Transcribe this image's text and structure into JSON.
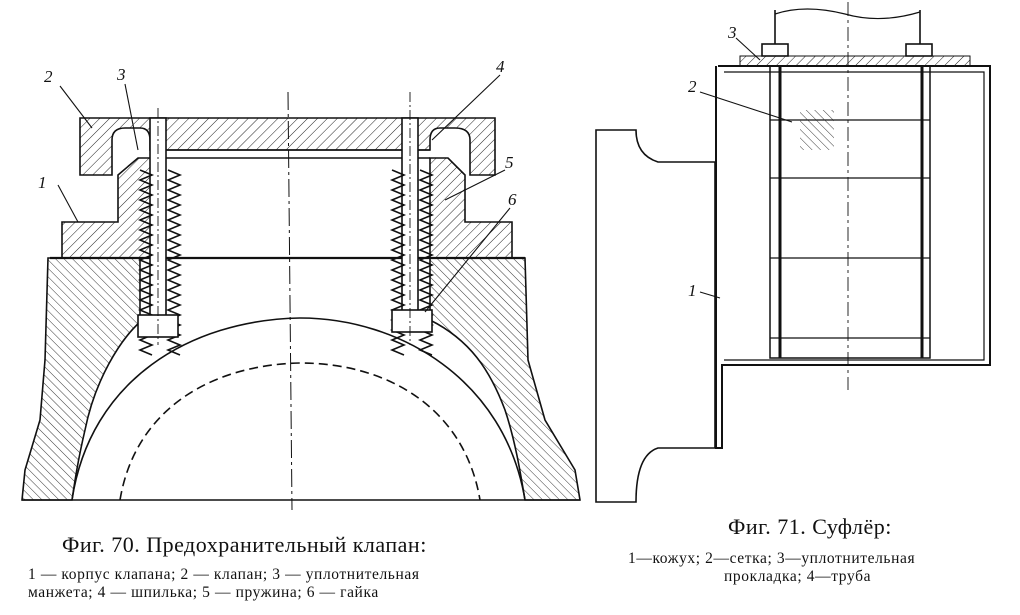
{
  "figure70": {
    "caption": "Фиг. 70. Предохранительный клапан:",
    "legend_line1": "1 — корпус клапана; 2 — клапан; 3 — уплотнительная",
    "legend_line2": "манжета; 4 — шпилька; 5 — пружина; 6 — гайка",
    "labels": {
      "l1": "1",
      "l2": "2",
      "l3": "3",
      "l4": "4",
      "l5": "5",
      "l6": "6"
    }
  },
  "figure71": {
    "caption": "Фиг. 71. Суфлёр:",
    "legend_line1": "1—кожух; 2—сетка; 3—уплотнительная",
    "legend_line2": "прокладка; 4—труба",
    "labels": {
      "l1": "1",
      "l2": "2",
      "l3": "3"
    }
  }
}
